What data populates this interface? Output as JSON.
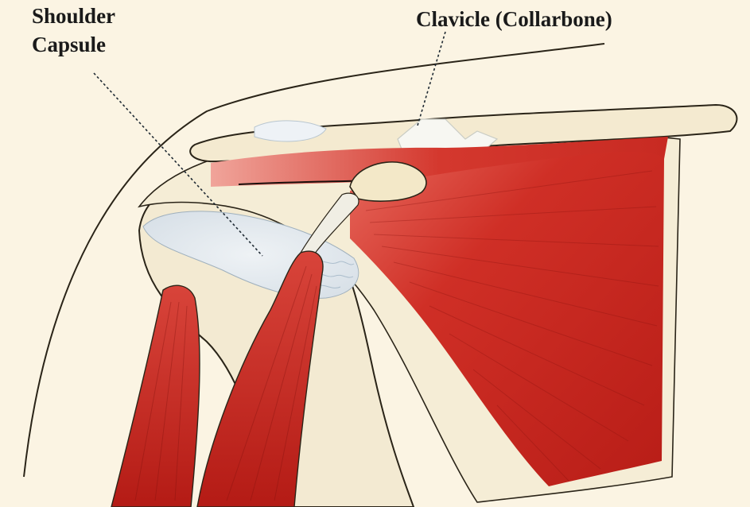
{
  "labels": {
    "shoulder_capsule": {
      "line1": "Shoulder",
      "line2": "Capsule"
    },
    "clavicle": "Clavicle (Collarbone)"
  },
  "colors": {
    "background": "#fbf4e3",
    "bone": "#f3ead2",
    "muscle": "#c8261f",
    "muscle_highlight": "#e2584e",
    "capsule": "#dfe6ec",
    "ligament": "#f6f6f2",
    "outline": "#2a2418"
  }
}
